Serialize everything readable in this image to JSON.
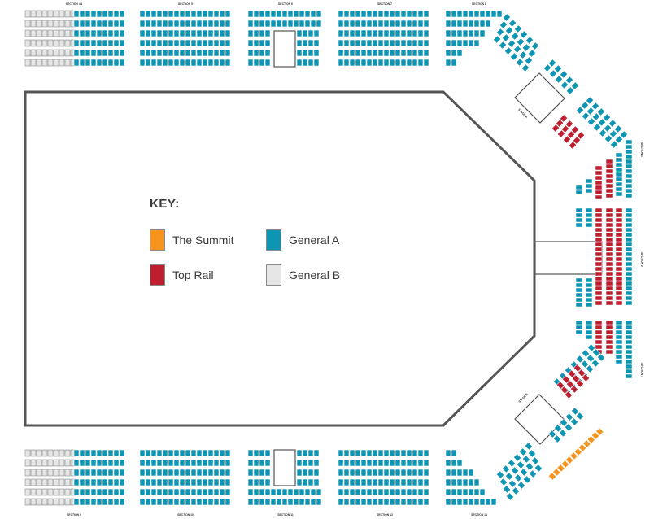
{
  "colors": {
    "summit": "#f7941d",
    "general_a": "#0f95b4",
    "top_rail": "#be1e2d",
    "general_b": "#e6e6e6",
    "outline": "#555555"
  },
  "key": {
    "title": "KEY:",
    "items": [
      {
        "label": "The Summit",
        "color": "#f7941d"
      },
      {
        "label": "General A",
        "color": "#0f95b4"
      },
      {
        "label": "Top Rail",
        "color": "#be1e2d"
      },
      {
        "label": "General B",
        "color": "#e6e6e6"
      }
    ]
  },
  "section_labels": {
    "top": [
      "SECTION 4A",
      "SECTION 5",
      "SECTION 6",
      "SECTION 7",
      "SECTION 8"
    ],
    "bottom": [
      "SECTION 9",
      "SECTION 10",
      "SECTION 11",
      "SECTION 12",
      "SECTION 13"
    ],
    "right": [
      "SECTION 1",
      "SECTION 2",
      "SECTION 3"
    ],
    "stage_top": "STAGE A",
    "stage_bottom": "STAGE B"
  }
}
